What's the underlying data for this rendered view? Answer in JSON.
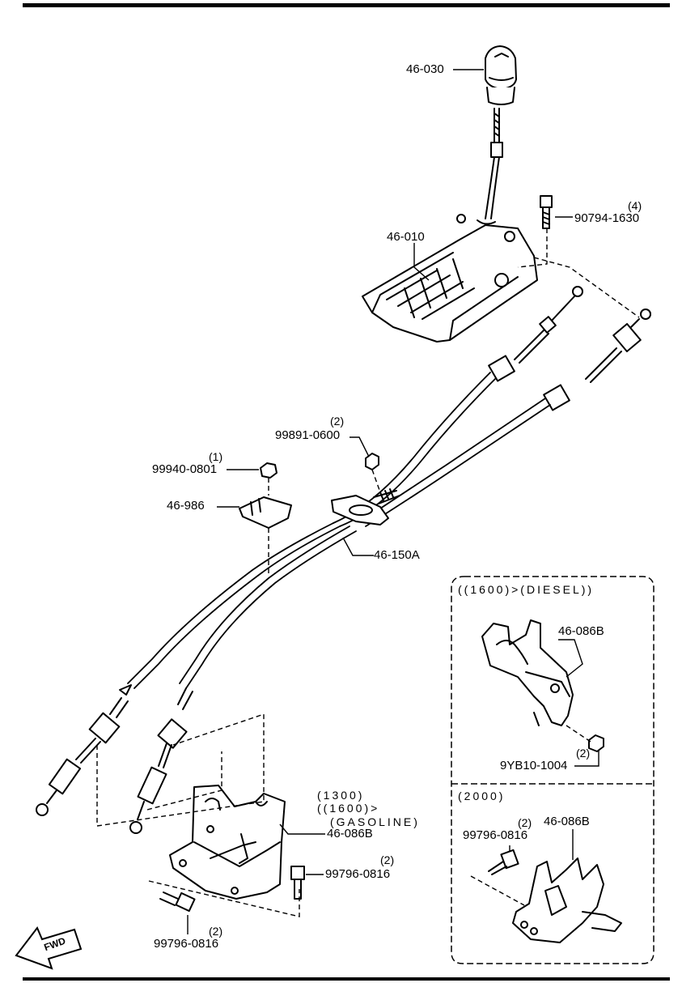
{
  "labels": {
    "knob": "46-030",
    "bracket_shifter": "46-010",
    "bolt_top": "90794-1630",
    "bolt_top_qty": "(4)",
    "nut_mid": "99891-0600",
    "nut_mid_qty": "(2)",
    "nut_small": "99940-0801",
    "nut_small_qty": "(1)",
    "clip": "46-986",
    "cable": "46-150A",
    "bracket_main": "46-086B",
    "bolt_main_right": "99796-0816",
    "bolt_main_right_qty": "(2)",
    "bolt_main_left": "99796-0816",
    "bolt_main_left_qty": "(2)",
    "bracket_diesel": "46-086B",
    "nut_diesel": "9YB10-1004",
    "nut_diesel_qty": "(2)",
    "bracket_2000": "46-086B",
    "bolt_2000": "99796-0816",
    "bolt_2000_qty": "(2)",
    "fwd": "FWD"
  },
  "notes": {
    "main_line1": "(1300)",
    "main_line2": "((1600)>",
    "main_line3": "(GASOLINE)",
    "diesel": "((1600)>(DIESEL))",
    "engine_2000": "(2000)"
  }
}
